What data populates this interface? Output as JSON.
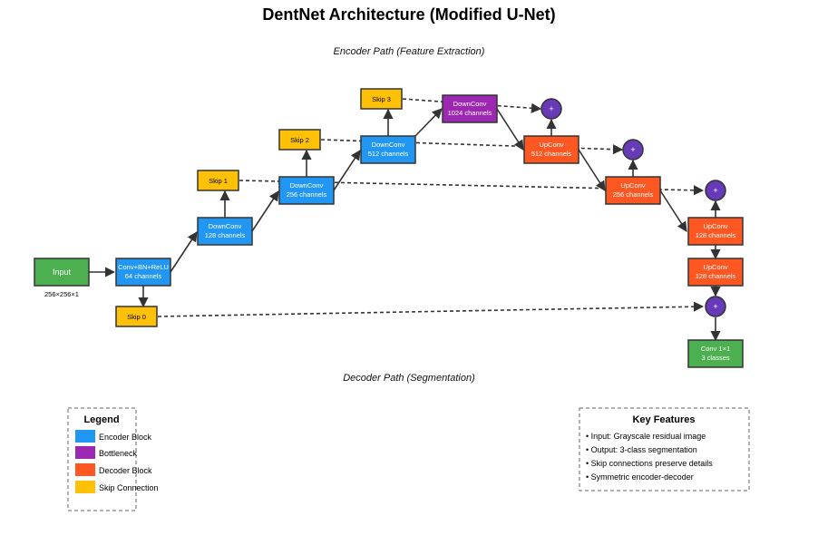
{
  "title": "DentNet Architecture (Modified U-Net)",
  "encoder_path_label": "Encoder Path (Feature Extraction)",
  "decoder_path_label": "Decoder Path (Segmentation)",
  "colors": {
    "input": "#4caf50",
    "encoder": "#2196f3",
    "bottleneck": "#9c27b0",
    "decoder": "#ff5722",
    "skip": "#ffc107",
    "merge": "#673ab7",
    "output": "#4caf50"
  },
  "nodes": {
    "input": {
      "label": "Input",
      "note": "256×256×1"
    },
    "conv0": {
      "line1": "Conv+BN+ReLU",
      "line2": "64 channels"
    },
    "down1": {
      "line1": "DownConv",
      "line2": "128 channels"
    },
    "down2": {
      "line1": "DownConv",
      "line2": "256 channels"
    },
    "down3": {
      "line1": "DownConv",
      "line2": "512 channels"
    },
    "bottleneck": {
      "line1": "DownConv",
      "line2": "1024 channels"
    },
    "up1": {
      "line1": "UpConv",
      "line2": "512 channels"
    },
    "up2": {
      "line1": "UpConv",
      "line2": "256 channels"
    },
    "up3": {
      "line1": "UpConv",
      "line2": "128 channels"
    },
    "up4": {
      "line1": "UpConv",
      "line2": "128 channels"
    },
    "output": {
      "line1": "Conv 1×1",
      "line2": "3 classes"
    },
    "skip0": {
      "label": "Skip 0"
    },
    "skip1": {
      "label": "Skip 1"
    },
    "skip2": {
      "label": "Skip 2"
    },
    "skip3": {
      "label": "Skip 3"
    },
    "plus": "+"
  },
  "legend": {
    "title": "Legend",
    "items": [
      {
        "label": "Encoder Block",
        "color": "#2196f3"
      },
      {
        "label": "Bottleneck",
        "color": "#9c27b0"
      },
      {
        "label": "Decoder Block",
        "color": "#ff5722"
      },
      {
        "label": "Skip Connection",
        "color": "#ffc107"
      }
    ]
  },
  "features": {
    "title": "Key Features",
    "items": [
      "• Input: Grayscale residual image",
      "• Output: 3-class segmentation",
      "• Skip connections preserve details",
      "• Symmetric encoder-decoder"
    ]
  }
}
